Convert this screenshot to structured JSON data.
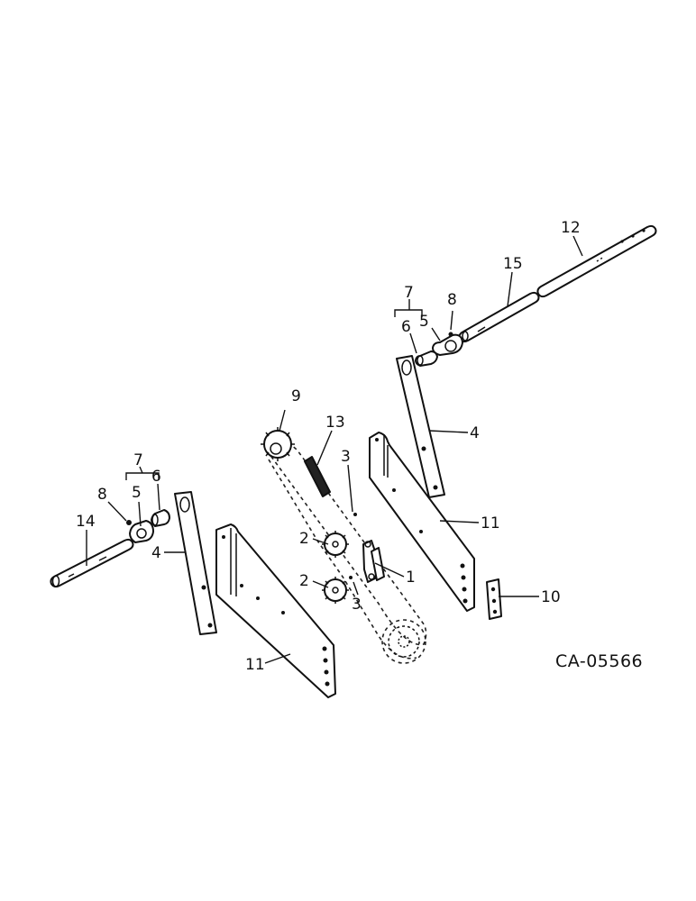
{
  "figure_id": "CA-05566",
  "callouts": {
    "c1": "1",
    "c2a": "2",
    "c2b": "2",
    "c3a": "3",
    "c3b": "3",
    "c4a": "4",
    "c4b": "4",
    "c5a": "5",
    "c5b": "5",
    "c6a": "6",
    "c6b": "6",
    "c7a": "7",
    "c7b": "7",
    "c8a": "8",
    "c8b": "8",
    "c9": "9",
    "c10": "10",
    "c11a": "11",
    "c11b": "11",
    "c12": "12",
    "c13": "13",
    "c14": "14",
    "c15": "15"
  }
}
